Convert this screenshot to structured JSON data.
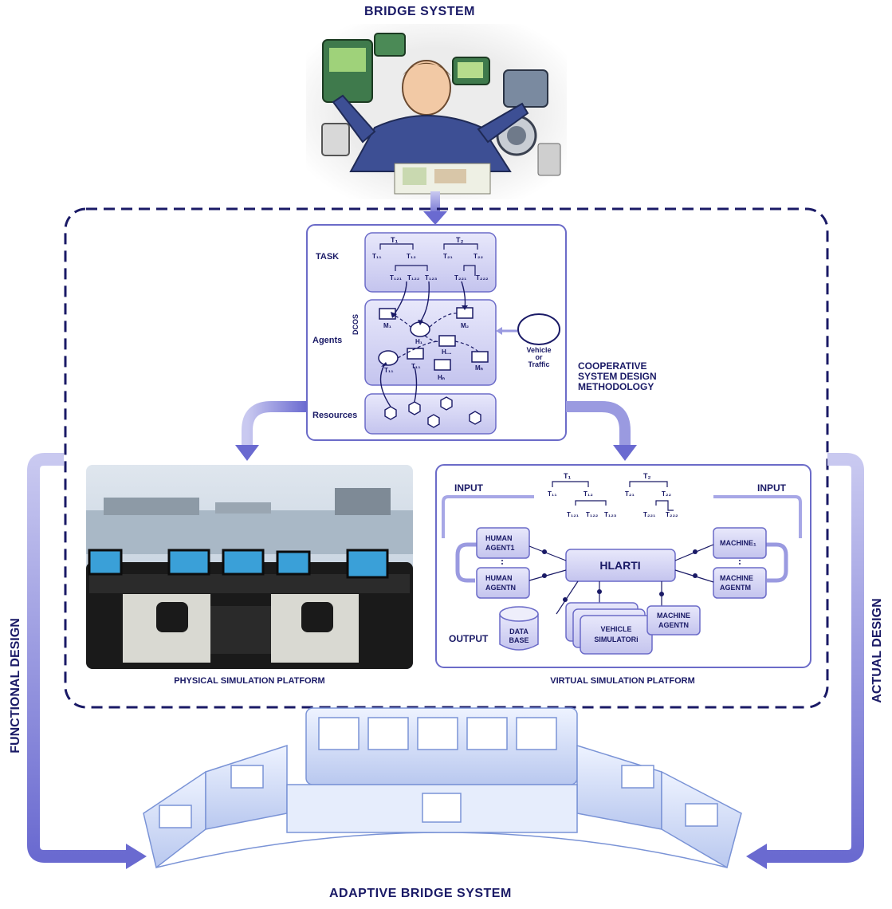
{
  "titles": {
    "top": "BRIDGE SYSTEM",
    "bottom": "ADAPTIVE BRIDGE SYSTEM",
    "left": "FUNCTIONAL DESIGN",
    "right": "ACTUAL DESIGN",
    "methodology": [
      "COOPERATIVE",
      "SYSTEM DESIGN",
      "METHODOLOGY"
    ],
    "physical": "PHYSICAL SIMULATION PLATFORM",
    "virtual": "VIRTUAL SIMULATION PLATFORM"
  },
  "dcos": {
    "side_label": "DCOS",
    "rows": {
      "task": "TASK",
      "agents": "Agents",
      "resources": "Resources"
    },
    "tasks": {
      "t1": "T₁",
      "t2": "T₂",
      "t11": "T₁₁",
      "t12": "T₁₂",
      "t21": "T₂₁",
      "t22": "T₂₂",
      "t121": "T₁₂₁",
      "t122": "T₁₂₂",
      "t123": "T₁₂₃",
      "t221": "T₂₂₁",
      "t222": "T₂₂₂"
    },
    "agents": {
      "m1": "M₁",
      "m2": "M₂",
      "mn": "Mₙ",
      "h1": "H₁",
      "hdots": "H...",
      "hn": "Hₙ",
      "t11": "T₁₁",
      "t11b": "T₁₁"
    },
    "vehicle": [
      "Vehicle",
      "or",
      "Traffic"
    ]
  },
  "virtual": {
    "input_left": "INPUT",
    "input_right": "INPUT",
    "output": "OUTPUT",
    "hlarti": "HLARTI",
    "human1": [
      "HUMAN",
      "AGENT1"
    ],
    "humanN": [
      "HUMAN",
      "AGENTN"
    ],
    "machine1": "MACHINE₁",
    "machineM": [
      "MACHINE",
      "AGENTM"
    ],
    "machineAgentN": [
      "MACHINE",
      "AGENTN"
    ],
    "database": [
      "DATA",
      "BASE"
    ],
    "vehicle_sim": [
      "VEHICLE",
      "SIMULATORi"
    ],
    "tasks": {
      "t1": "T₁",
      "t2": "T₂",
      "t11": "T₁₁",
      "t12": "T₁₂",
      "t21": "T₂₁",
      "t22": "T₂₂",
      "t121": "T₁₂₁",
      "t122": "T₁₂₂",
      "t123": "T₁₂₃",
      "t221": "T₂₂₁",
      "t222": "T₂₂₂"
    }
  },
  "colors": {
    "navy": "#1a1a66",
    "arrow": "#7b7bd6",
    "panel": "#d6d6f2",
    "border": "#6b6bc8"
  },
  "images": {
    "top": "illustration of a bridge officer surrounded by control devices",
    "photo": "ship bridge simulator with monitors in front of a harbour projection",
    "bottom": "blue line drawing of an integrated bridge console"
  }
}
